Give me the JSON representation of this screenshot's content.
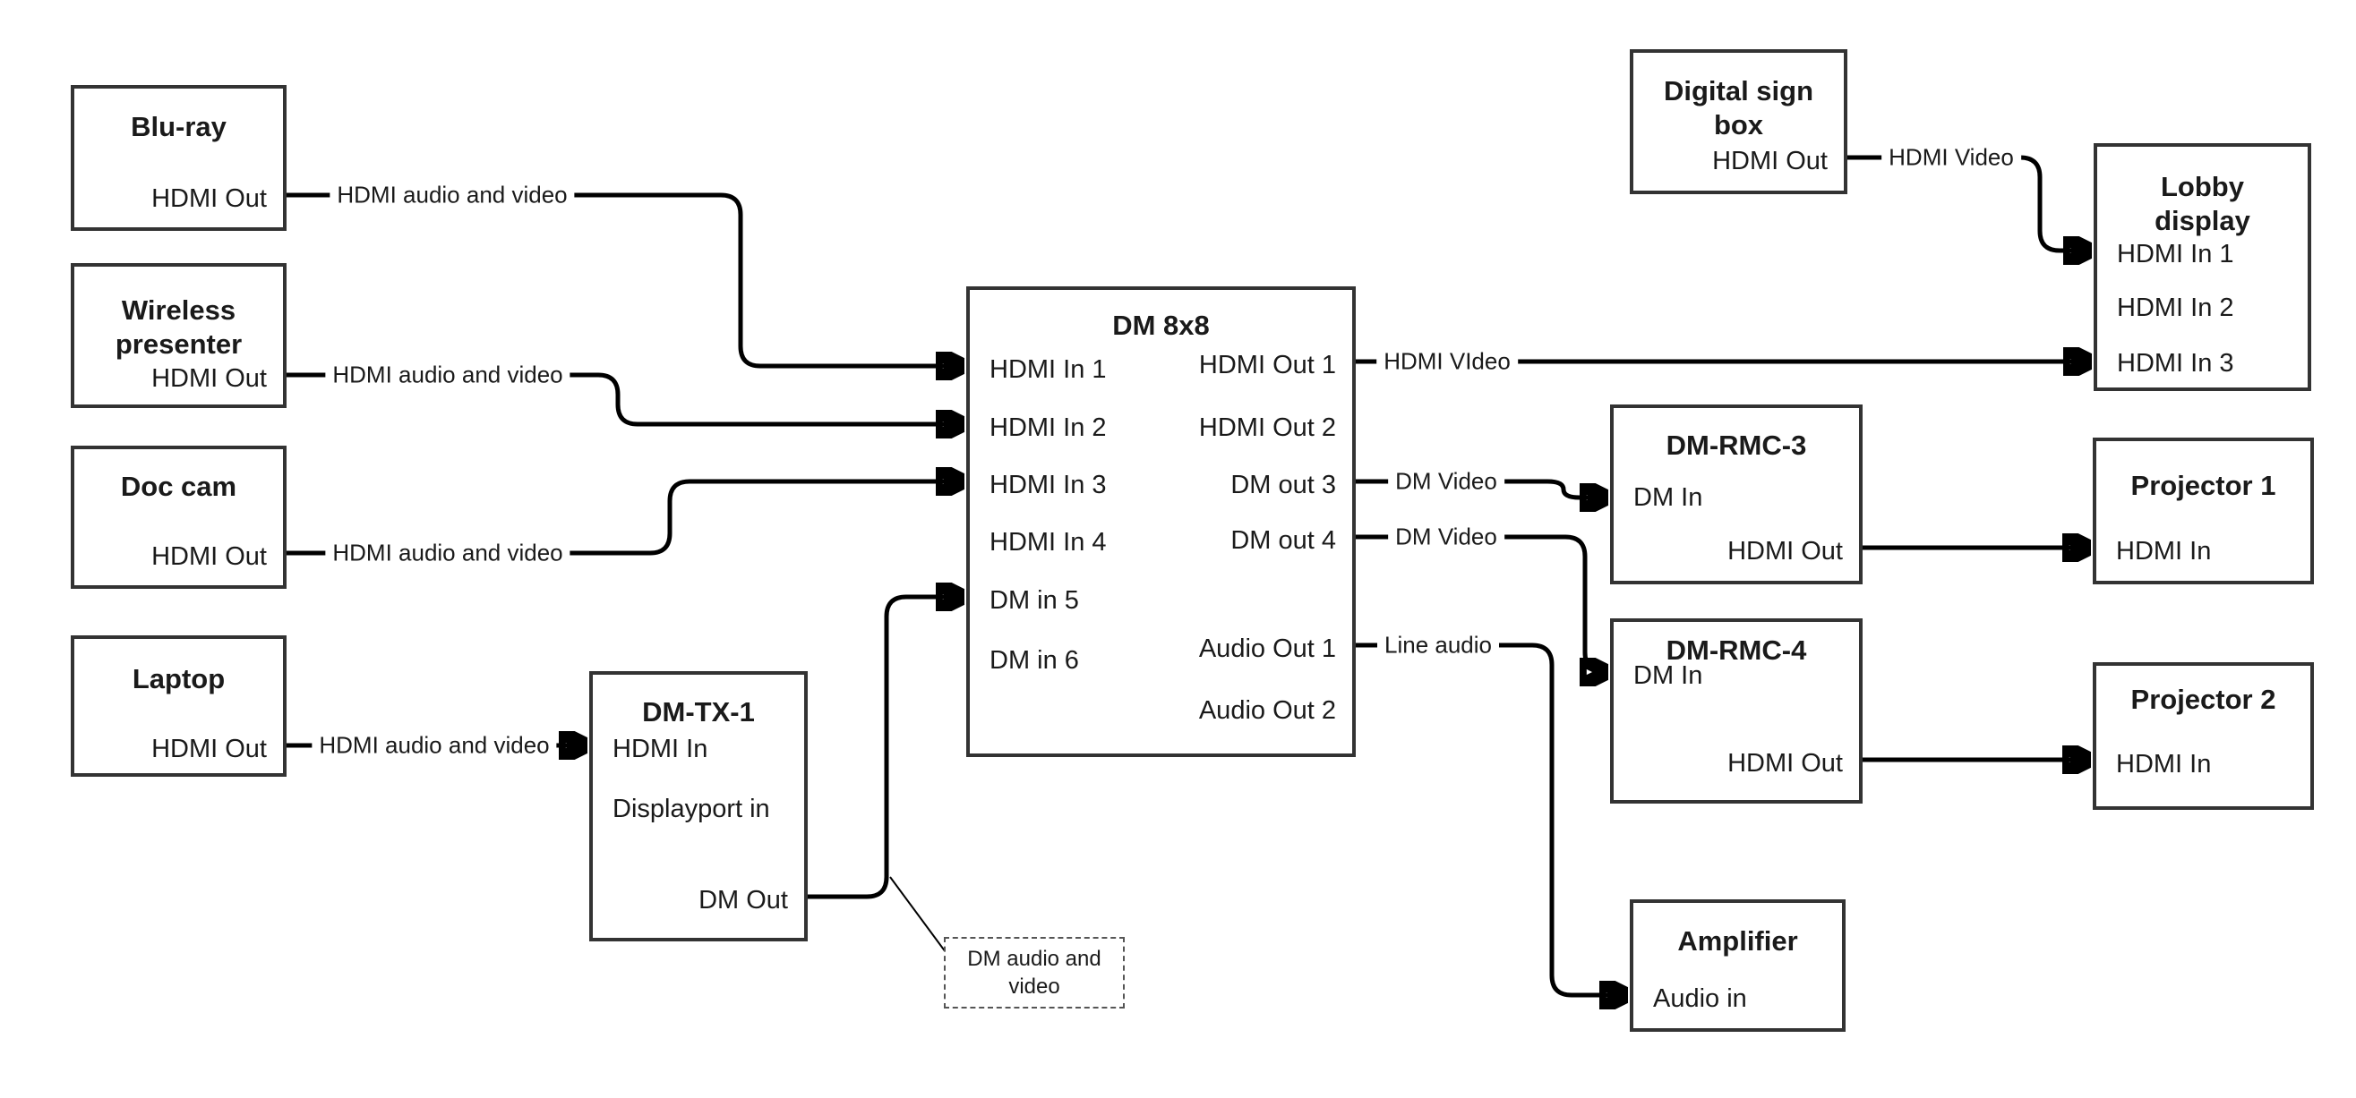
{
  "nodes": [
    {
      "title": "Blu-ray",
      "ports": [
        "HDMI Out"
      ]
    },
    {
      "title": "Wireless\npresenter",
      "ports": [
        "HDMI Out"
      ]
    },
    {
      "title": "Doc cam",
      "ports": [
        "HDMI Out"
      ]
    },
    {
      "title": "Laptop",
      "ports": [
        "HDMI Out"
      ]
    },
    {
      "title": "DM-TX-1",
      "ports": [
        "HDMI In",
        "Displayport in",
        "DM Out"
      ]
    },
    {
      "title": "DM 8x8",
      "ports": [
        "HDMI In 1",
        "HDMI In 2",
        "HDMI In 3",
        "HDMI In 4",
        "DM in 5",
        "DM in 6",
        "HDMI Out 1",
        "HDMI Out 2",
        "DM out 3",
        "DM out 4",
        "Audio Out 1",
        "Audio Out 2"
      ]
    },
    {
      "title": "Digital sign\nbox",
      "ports": [
        "HDMI Out"
      ]
    },
    {
      "title": "Lobby\ndisplay",
      "ports": [
        "HDMI In 1",
        "HDMI In 2",
        "HDMI In 3"
      ]
    },
    {
      "title": "DM-RMC-3",
      "ports": [
        "DM In",
        "HDMI Out"
      ]
    },
    {
      "title": "Projector 1",
      "ports": [
        "HDMI In"
      ]
    },
    {
      "title": "DM-RMC-4",
      "ports": [
        "DM In",
        "HDMI Out"
      ]
    },
    {
      "title": "Projector 2",
      "ports": [
        "HDMI In"
      ]
    },
    {
      "title": "Amplifier",
      "ports": [
        "Audio in"
      ]
    }
  ],
  "edge_labels": {
    "bluray_to_dm8x8": "HDMI audio and video",
    "wireless_to_dm8x8": "HDMI audio and video",
    "doccam_to_dm8x8": "HDMI audio and video",
    "laptop_to_dmtx1": "HDMI audio and video",
    "hdmi_out1": "HDMI VIdeo",
    "digital_sign": "HDMI Video",
    "dm_out3": "DM Video",
    "dm_out4": "DM Video",
    "audio_out1": "Line audio"
  },
  "note": "DM audio and\nvideo",
  "colors": {
    "wire": "#000000",
    "node_border": "#333333",
    "text": "#1a1a1a"
  }
}
